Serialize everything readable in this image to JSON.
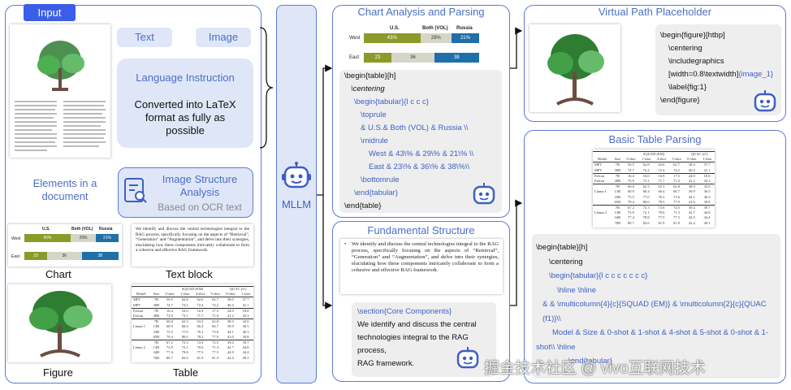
{
  "input_panel": {
    "badge": "Input",
    "pill_text": "Text",
    "pill_image": "Image",
    "language_instruction": "Language Instruction",
    "instruction_text": "Converted into LaTeX format as fully as possible",
    "elements_title": "Elements in a document",
    "isa_title": "Image Structure Analysis",
    "isa_subtitle": "Based on OCR text",
    "label_chart": "Chart",
    "label_textblock": "Text block",
    "label_figure": "Figure",
    "label_table": "Table"
  },
  "mllm_label": "MLLM",
  "chart_thumb": {
    "headers": [
      "U.S.",
      "Both (VOL)",
      "Russia"
    ],
    "rows": [
      {
        "label": "West",
        "values": [
          "43%",
          "29%",
          "21%"
        ]
      },
      {
        "label": "East",
        "values": [
          "23",
          "36",
          "38"
        ]
      }
    ],
    "colors": [
      "#8c9a2a",
      "#d6d6c8",
      "#1f6fa8"
    ]
  },
  "text_block": "We identify and discuss the central technologies integral to the RAG process, specifically focusing on the aspects of “Retrieval”, “Generation” and “Augmentation”, and delve into their synergies, elucidating how these components intricately collaborate to form a cohesive and effective RAG framework.",
  "chart_analysis": {
    "title": "Chart Analysis and Parsing",
    "code": [
      "\\begin{table}[h]",
      "\\centering",
      "\\begin{tabular}{l c c c}",
      "\\toprule",
      "& U.S.& Both (VOL) & Russia \\\\",
      "\\midrule",
      "West & 43\\% & 29\\% & 21\\% \\\\",
      "East & 23\\% & 36\\% & 38\\%\\\\",
      "\\bottomrule",
      "\\end{tabular}",
      "\\end{table}"
    ]
  },
  "fundamental": {
    "title": "Fundamental Structure",
    "bullet": "We identify and discuss the central technologies integral to the RAG process, specifically focusing on the aspects of “Retrieval”, “Generation” and “Augmentation”, and delve into their synergies, elucidating how these components intricately collaborate to form a cohesive and effective RAG framework.",
    "code_section": "\\section{Core Components}",
    "code_body": [
      "We identify and discuss the central",
      "technologies integral to the RAG",
      "process,",
      "RAG framework."
    ]
  },
  "virtual_path": {
    "title": "Virtual Path Placeholder",
    "code": [
      "\\begin{figure}[htbp]",
      "\\centering",
      "\\includegraphics",
      "[width=0.8\\textwidth]",
      "{image_1}",
      "\\label{fig:1}",
      "\\end{figure}"
    ]
  },
  "table_parsing": {
    "title": "Basic Table Parsing",
    "code": [
      "\\begin{table}[h]",
      "\\centering",
      "\\begin{tabular}{l c c c c c c c}",
      "\\hline \\hline",
      "& & \\multicolumn{4}{c}{SQUAD (EM)} & \\multicolumn{2}{c}{QUAC",
      "(f1)}\\\\",
      "Model & Size & 0-shot & 1-shot & 4-shot & 5-shot & 0-shot & 1-",
      "shot\\\\ \\hline",
      "\\end{tabular}"
    ]
  },
  "mini_table": {
    "group_headers": [
      "SQUAD (EM)",
      "QUAC (f1)"
    ],
    "header": [
      "Model",
      "Size",
      "0-shot",
      "1-shot",
      "4-shot",
      "5-shot",
      "0-shot",
      "1-shot"
    ],
    "rows": [
      [
        "MPT",
        "7B",
        "59.5",
        "62.8",
        "62.6",
        "62.7",
        "38.0",
        "37.7"
      ],
      [
        "MPT",
        "30B",
        "74.7",
        "74.2",
        "72.4",
        "74.2",
        "40.4",
        "41.1"
      ],
      [
        "Falcon",
        "7B",
        "16.4",
        "16.0",
        "16.9",
        "17.5",
        "24.0",
        "18.8"
      ],
      [
        "Falcon",
        "40B",
        "72.9",
        "73.1",
        "71.7",
        "71.0",
        "41.2",
        "43.3"
      ],
      [
        "",
        "7B",
        "60.0",
        "62.3",
        "63.3",
        "62.8",
        "38.9",
        "32.0"
      ],
      [
        "Llama 1",
        "13B",
        "68.9",
        "68.4",
        "66.4",
        "66.7",
        "39.9",
        "36.5"
      ],
      [
        "",
        "33B",
        "75.5",
        "77.0",
        "76.3",
        "75.6",
        "44.1",
        "40.3"
      ],
      [
        "",
        "65B",
        "79.4",
        "80.0",
        "78.3",
        "77.9",
        "41.0",
        "39.8"
      ],
      [
        "",
        "7B",
        "67.2",
        "72.3",
        "72.6",
        "72.5",
        "39.4",
        "39.7"
      ],
      [
        "Llama 2",
        "13B",
        "72.9",
        "72.1",
        "70.6",
        "71.3",
        "42.7",
        "44.8"
      ],
      [
        "",
        "34B",
        "77.4",
        "78.8",
        "77.5",
        "77.5",
        "42.9",
        "44.4"
      ],
      [
        "",
        "70B",
        "80.7",
        "82.6",
        "81.9",
        "81.9",
        "42.4",
        "49.3"
      ]
    ]
  },
  "watermark": "掘金技术社区 @ vivo互联网技术"
}
